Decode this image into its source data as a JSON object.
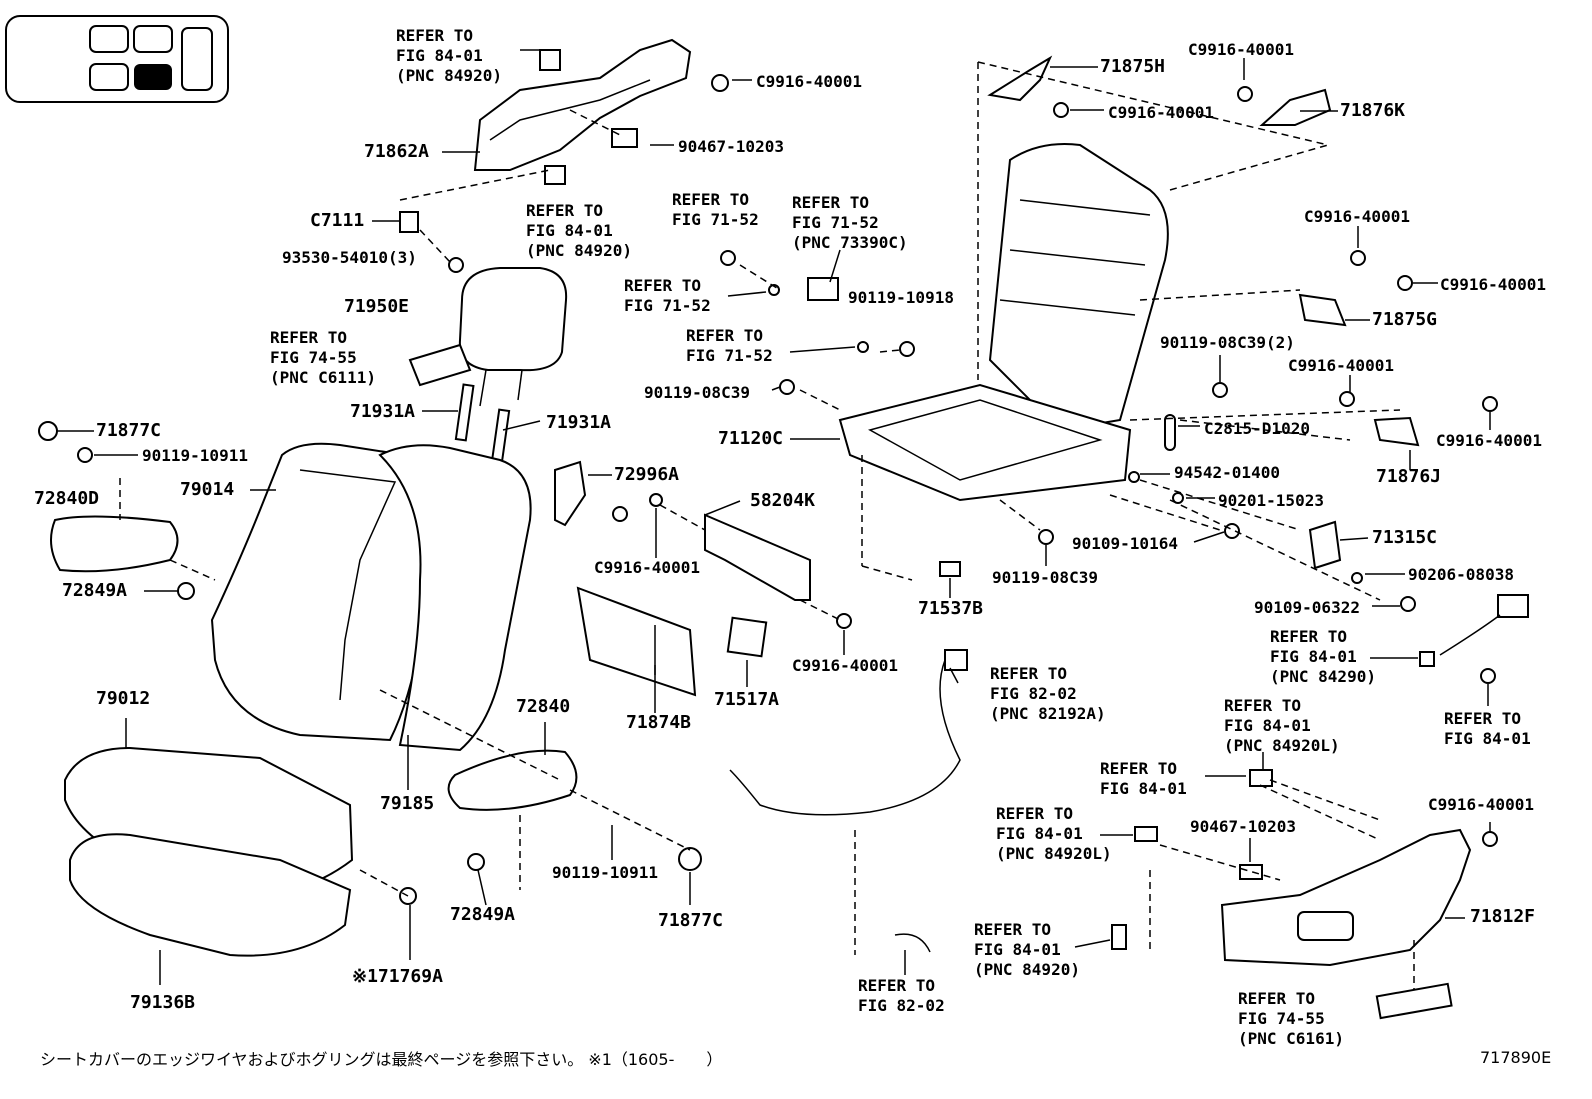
{
  "parts": [
    {
      "id": "p71875H",
      "text": "71875H"
    },
    {
      "id": "p71876K",
      "text": "71876K"
    },
    {
      "id": "p71862A",
      "text": "71862A"
    },
    {
      "id": "pC7111",
      "text": "C7111"
    },
    {
      "id": "p93530",
      "text": "93530-54010(3)"
    },
    {
      "id": "p71950E",
      "text": "71950E"
    },
    {
      "id": "p71931A1",
      "text": "71931A"
    },
    {
      "id": "p71931A2",
      "text": "71931A"
    },
    {
      "id": "p71877C1",
      "text": "71877C"
    },
    {
      "id": "p90119_10911a",
      "text": "90119-10911"
    },
    {
      "id": "p72840D",
      "text": "72840D"
    },
    {
      "id": "p79014",
      "text": "79014"
    },
    {
      "id": "p72849A1",
      "text": "72849A"
    },
    {
      "id": "p79012",
      "text": "79012"
    },
    {
      "id": "p79185",
      "text": "79185"
    },
    {
      "id": "p72840",
      "text": "72840"
    },
    {
      "id": "p90119_10911b",
      "text": "90119-10911"
    },
    {
      "id": "p72849A2",
      "text": "72849A"
    },
    {
      "id": "p71877C2",
      "text": "71877C"
    },
    {
      "id": "p71769A",
      "text": "※171769A"
    },
    {
      "id": "p79136B",
      "text": "79136B"
    },
    {
      "id": "p90467_1",
      "text": "90467-10203"
    },
    {
      "id": "pC9916_a",
      "text": "C9916-40001"
    },
    {
      "id": "pC9916_b",
      "text": "C9916-40001"
    },
    {
      "id": "pC9916_c",
      "text": "C9916-40001"
    },
    {
      "id": "pC9916_d",
      "text": "C9916-40001"
    },
    {
      "id": "pC9916_e",
      "text": "C9916-40001"
    },
    {
      "id": "pC9916_f",
      "text": "C9916-40001"
    },
    {
      "id": "pC9916_g",
      "text": "C9916-40001"
    },
    {
      "id": "pC9916_h",
      "text": "C9916-40001"
    },
    {
      "id": "pC9916_i",
      "text": "C9916-40001"
    },
    {
      "id": "pC9916_j",
      "text": "C9916-40001"
    },
    {
      "id": "p71875G",
      "text": "71875G"
    },
    {
      "id": "p90119_08C39_2",
      "text": "90119-08C39(2)"
    },
    {
      "id": "p90119_10918",
      "text": "90119-10918"
    },
    {
      "id": "p90119_08C39a",
      "text": "90119-08C39"
    },
    {
      "id": "p71120C",
      "text": "71120C"
    },
    {
      "id": "pC2815",
      "text": "C2815-D1020"
    },
    {
      "id": "p71876J",
      "text": "71876J"
    },
    {
      "id": "p94542",
      "text": "94542-01400"
    },
    {
      "id": "p90201",
      "text": "90201-15023"
    },
    {
      "id": "p72996A",
      "text": "72996A"
    },
    {
      "id": "p58204K",
      "text": "58204K"
    },
    {
      "id": "p90109_10164",
      "text": "90109-10164"
    },
    {
      "id": "p71315C",
      "text": "71315C"
    },
    {
      "id": "p90119_08C39b",
      "text": "90119-08C39"
    },
    {
      "id": "p90206",
      "text": "90206-08038"
    },
    {
      "id": "p71537B",
      "text": "71537B"
    },
    {
      "id": "p90109_06322",
      "text": "90109-06322"
    },
    {
      "id": "p71517A",
      "text": "71517A"
    },
    {
      "id": "p71874B",
      "text": "71874B"
    },
    {
      "id": "p90467_2",
      "text": "90467-10203"
    },
    {
      "id": "p71812F",
      "text": "71812F"
    }
  ],
  "refs": [
    {
      "id": "r1",
      "text": "REFER TO\nFIG 84-01\n(PNC 84920)"
    },
    {
      "id": "r2",
      "text": "REFER TO\nFIG 84-01\n(PNC 84920)"
    },
    {
      "id": "r3",
      "text": "REFER TO\nFIG 74-55\n(PNC C6111)"
    },
    {
      "id": "r4",
      "text": "REFER TO\nFIG 71-52"
    },
    {
      "id": "r5",
      "text": "REFER TO\nFIG 71-52\n(PNC 73390C)"
    },
    {
      "id": "r6",
      "text": "REFER TO\nFIG 71-52"
    },
    {
      "id": "r7",
      "text": "REFER TO\nFIG 71-52"
    },
    {
      "id": "r8",
      "text": "REFER TO\nFIG 82-02\n(PNC 82192A)"
    },
    {
      "id": "r9",
      "text": "REFER TO\nFIG 84-01\n(PNC 84290)"
    },
    {
      "id": "r10",
      "text": "REFER TO\nFIG 84-01"
    },
    {
      "id": "r11",
      "text": "REFER TO\nFIG 84-01\n(PNC 84920L)"
    },
    {
      "id": "r12",
      "text": "REFER TO\nFIG 84-01"
    },
    {
      "id": "r13",
      "text": "REFER TO\nFIG 84-01\n(PNC 84920L)"
    },
    {
      "id": "r14",
      "text": "REFER TO\nFIG 84-01\n(PNC 84920)"
    },
    {
      "id": "r15",
      "text": "REFER TO\nFIG 82-02"
    },
    {
      "id": "r16",
      "text": "REFER TO\nFIG 74-55\n(PNC C6161)"
    }
  ],
  "footnote": "シートカバーのエッジワイヤおよびホグリングは最終ページを参照下さい。 ※1（1605-　　）",
  "figure_code": "717890E"
}
